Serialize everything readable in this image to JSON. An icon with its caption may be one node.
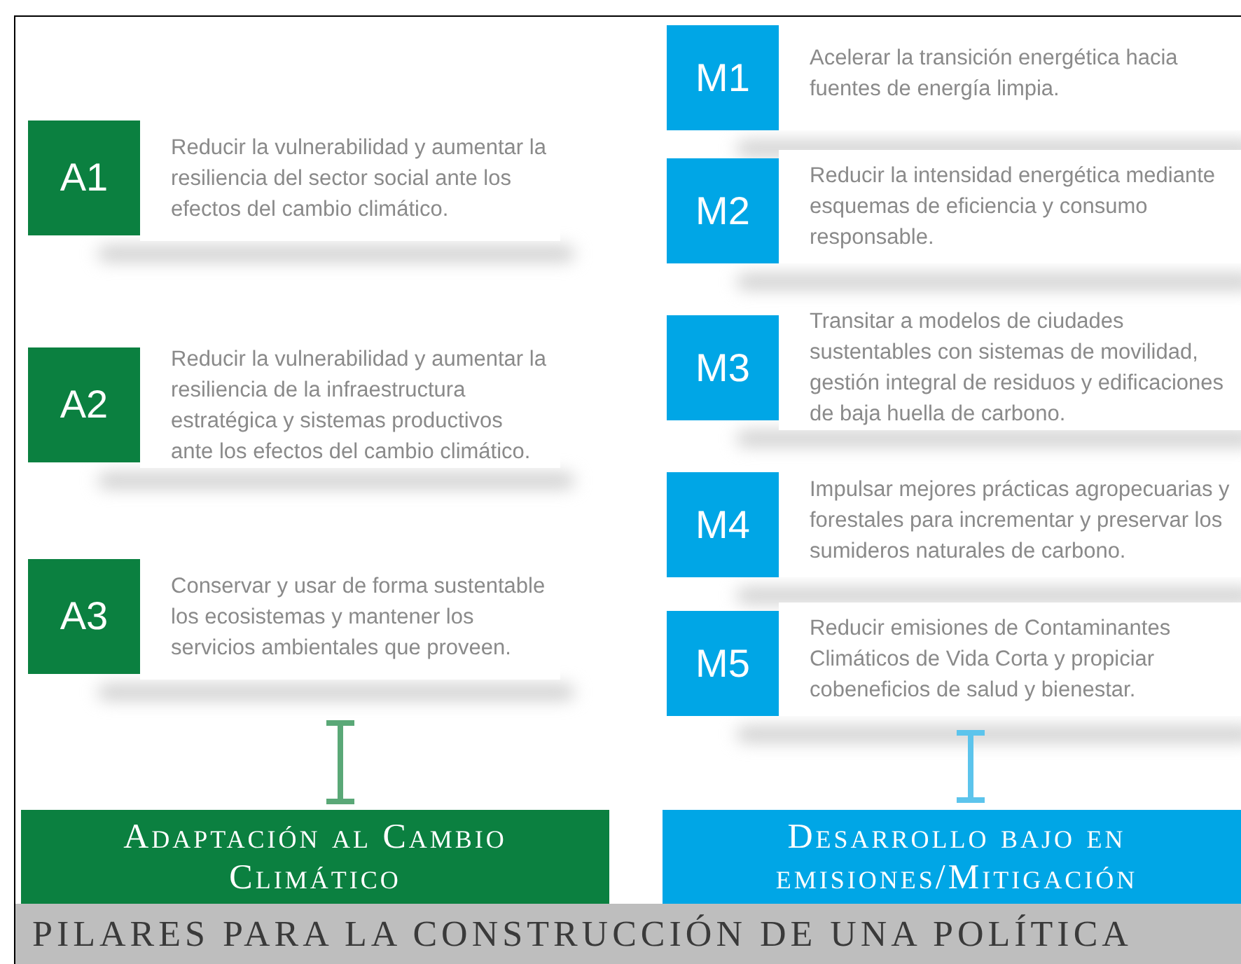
{
  "diagram": {
    "title": "PILARES PARA LA CONSTRUCCIÓN DE UNA POLÍTICA",
    "nodes": [
      {
        "text": [
          "A1",
          "Reducir la vulnerabilidad y aumentar la resiliencia del sector social ante los efectos del cambio climático."
        ]
      },
      {
        "text": [
          "A2",
          "Reducir la vulnerabilidad y aumentar la resiliencia de la infraestructura estratégica y sistemas productivos ante los efectos del cambio climático."
        ]
      },
      {
        "text": [
          "A3",
          "Conservar y usar de forma sustentable los ecosistemas y mantener los servicios ambientales que proveen."
        ]
      },
      {
        "text": [
          "M1",
          "Acelerar la transición energética hacia fuentes de energía limpia."
        ]
      },
      {
        "text": [
          "M2",
          "Reducir la intensidad energética mediante esquemas de eficiencia y consumo responsable."
        ]
      },
      {
        "text": [
          "M3",
          "Transitar a modelos de ciudades sustentables con sistemas de movilidad, gestión integral de residuos y edificaciones de baja huella de carbono."
        ]
      },
      {
        "text": [
          "M4",
          "Impulsar mejores prácticas agropecuarias y forestales para incrementar y preservar los sumideros naturales de carbono."
        ]
      },
      {
        "text": [
          "M5",
          "Reducir emisiones de Contaminantes Climáticos de Vida Corta y propiciar cobeneficios de salud y bienestar."
        ]
      },
      {
        "text": [
          "Adaptación al Cambio Climático"
        ]
      },
      {
        "text": [
          "Desarrollo bajo en emisiones/Mitigación"
        ]
      }
    ]
  }
}
